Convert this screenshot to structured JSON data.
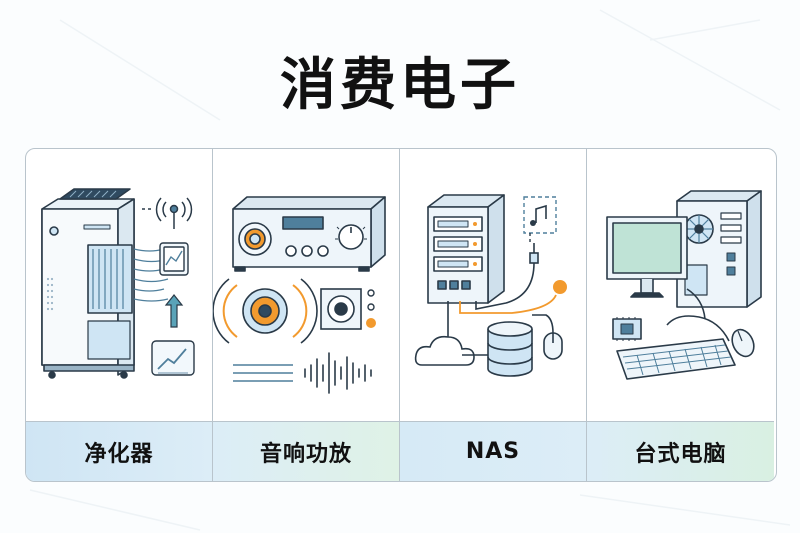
{
  "title": "消费电子",
  "categories": [
    {
      "label": "净化器",
      "icon": "air-purifier-icon"
    },
    {
      "label": "音响功放",
      "icon": "audio-amplifier-icon"
    },
    {
      "label": "NAS",
      "icon": "nas-server-icon"
    },
    {
      "label": "台式电脑",
      "icon": "desktop-computer-icon"
    }
  ],
  "colors": {
    "outline": "#2a3a48",
    "light_blue": "#cfe5f4",
    "steel_blue": "#4f7f9c",
    "orange": "#f29a2e",
    "screen_green": "#bfe3d6",
    "band_green": "#dff2e6"
  }
}
